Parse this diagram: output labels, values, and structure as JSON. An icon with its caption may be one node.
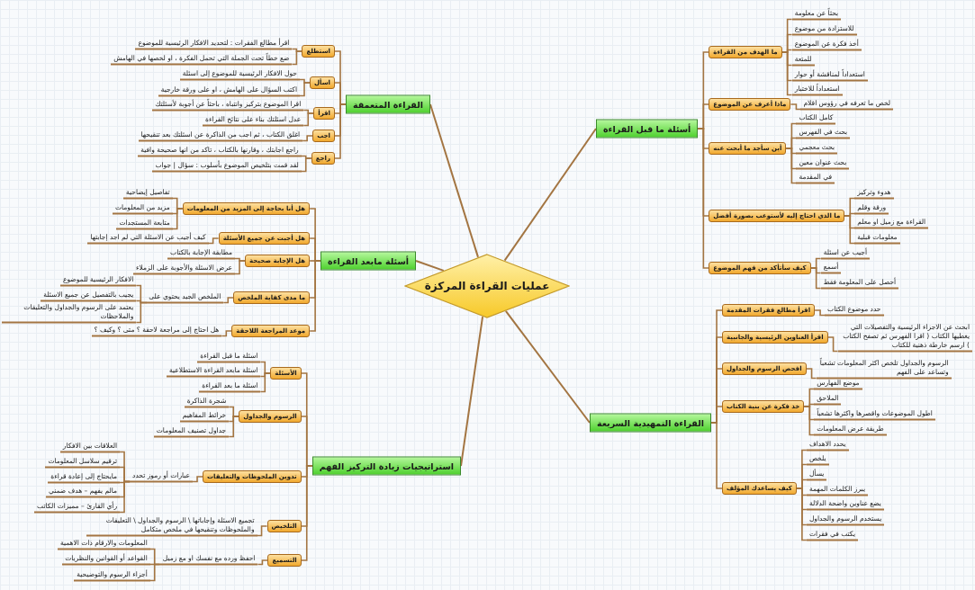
{
  "diagram": {
    "nodes": [
      {
        "text": [
          "عمليات القراءة المركزة"
        ]
      },
      {
        "text": [
          "أسئلة ما قبل القراءة"
        ]
      },
      {
        "text": [
          "ما الهدف من القراءة"
        ]
      },
      {
        "text": [
          "بحثاً عن معلومة"
        ]
      },
      {
        "text": [
          "للاستزادة من موضوع"
        ]
      },
      {
        "text": [
          "أخذ فكرة عن الموضوع"
        ]
      },
      {
        "text": [
          "للمتعة"
        ]
      },
      {
        "text": [
          "استعداداً لمناقشة أو حوار"
        ]
      },
      {
        "text": [
          "استعداداً للاختبار"
        ]
      },
      {
        "text": [
          "ماذا أعرف عن الموضوع"
        ]
      },
      {
        "text": [
          "لخص ما تعرفه في رؤوس اقلام"
        ]
      },
      {
        "text": [
          "أين سأجد ما أبحث عنه"
        ]
      },
      {
        "text": [
          "كامل الكتاب"
        ]
      },
      {
        "text": [
          "بحث في الفهرس"
        ]
      },
      {
        "text": [
          "بحث معجمي"
        ]
      },
      {
        "text": [
          "بحث عنوان معين"
        ]
      },
      {
        "text": [
          "في المقدمة"
        ]
      },
      {
        "text": [
          "ما الذي احتاج إليه لأستوعب بصورة أفضل"
        ]
      },
      {
        "text": [
          "هدوء وتركيز"
        ]
      },
      {
        "text": [
          "ورقة وقلم"
        ]
      },
      {
        "text": [
          "القراءة مع زميل او معلم"
        ]
      },
      {
        "text": [
          "معلومات قبلية"
        ]
      },
      {
        "text": [
          "كيف سأتأكد من فهم الموضوع"
        ]
      },
      {
        "text": [
          "أجيب عن اسئلة"
        ]
      },
      {
        "text": [
          "أسمع"
        ]
      },
      {
        "text": [
          "أحصل على المعلومة فقط"
        ]
      },
      {
        "text": [
          "القراءة التمهيدية السريعة"
        ]
      },
      {
        "text": [
          "اقرأ مطالع فقرات المقدمة"
        ]
      },
      {
        "text": [
          "حدد موضوع الكتاب"
        ]
      },
      {
        "text": [
          "اقرأ العناوين الرئيسية والجانبية"
        ]
      },
      {
        "text": [
          "ابحث عن الاجزاء الرئيسية والتفصيلات التي يغطيها الكتاب ( اقرا الفهرس ثم تصفح الكتاب ) ارسم خارطة ذهنية للكتاب"
        ]
      },
      {
        "text": [
          "افحص الرسوم والجداول"
        ]
      },
      {
        "text": [
          "الرسوم والجداول تلخص اكثر المعلومات تشعباً وتساعد على الفهم"
        ]
      },
      {
        "text": [
          "خذ فكرة عن بنية الكتاب"
        ]
      },
      {
        "text": [
          "موضع الفهارس"
        ]
      },
      {
        "text": [
          "الملاحق"
        ]
      },
      {
        "text": [
          "اطول الموضوعات واقصرها واكثرها تشعباً"
        ]
      },
      {
        "text": [
          "طريقة عرض المعلومات"
        ]
      },
      {
        "text": [
          "كيف يساعدك المؤلف"
        ]
      },
      {
        "text": [
          "يحدد الاهداف"
        ]
      },
      {
        "text": [
          "يلخص"
        ]
      },
      {
        "text": [
          "يسأل"
        ]
      },
      {
        "text": [
          "يبرز الكلمات المهمة"
        ]
      },
      {
        "text": [
          "يضع عناوين واضحة الدلالة"
        ]
      },
      {
        "text": [
          "يستخدم الرسوم والجداول"
        ]
      },
      {
        "text": [
          "يكتب في فقرات"
        ]
      },
      {
        "text": [
          "القراءة المتعمقة"
        ]
      },
      {
        "text": [
          "استطلع"
        ]
      },
      {
        "text": [
          "اقرأ مطالع الفقرات : لتحديد الافكار الرئيسية للموضوع"
        ]
      },
      {
        "text": [
          "ضع خطاً تحت الجملة التي تحمل الفكرة ، او لخصها في الهامش"
        ]
      },
      {
        "text": [
          "اسأل"
        ]
      },
      {
        "text": [
          "حول الافكار الرئيسية للموضوع إلى اسئلة"
        ]
      },
      {
        "text": [
          "اكتب السؤال على الهامش ، او على ورقة خارجية"
        ]
      },
      {
        "text": [
          "اقرأ"
        ]
      },
      {
        "text": [
          "اقرا الموضوع بتركيز وانتباه ، باحثاً عن أجوبة لأسئلتك"
        ]
      },
      {
        "text": [
          "عدل اسئلتك بناء على نتائج القراءة"
        ]
      },
      {
        "text": [
          "اجب"
        ]
      },
      {
        "text": [
          "اغلق الكتاب ، ثم اجب من الذاكرة عن اسئلتك بعد تنقيحها"
        ]
      },
      {
        "text": [
          "راجع"
        ]
      },
      {
        "text": [
          "راجع اجابتك ، وقارنها بالكتاب ، تاكد من انها صحيحة وافية"
        ]
      },
      {
        "text": [
          "لقد قمت بتلخيص الموضوع بأسلوب : سؤال | جواب"
        ]
      },
      {
        "text": [
          "أسئلة مابعد القراءة"
        ]
      },
      {
        "text": [
          "هل أنا بحاجة إلى المزيد من المعلومات"
        ]
      },
      {
        "text": [
          "تفاصيل إيضاحية"
        ]
      },
      {
        "text": [
          "مزيد من المعلومات"
        ]
      },
      {
        "text": [
          "متابعة المستجدات"
        ]
      },
      {
        "text": [
          "هل أجبت عن جميع الأسئلة"
        ]
      },
      {
        "text": [
          "كيف أجيب عن الاسئلة التي لم اجد إجابتها"
        ]
      },
      {
        "text": [
          "هل الإجابة صحيحة"
        ]
      },
      {
        "text": [
          "مطابقة الإجابة بالكتاب"
        ]
      },
      {
        "text": [
          "عرض الاسئلة والأجوبة على الزملاء"
        ]
      },
      {
        "text": [
          "ما مدى كفاية الملخص"
        ]
      },
      {
        "text": [
          "الملخص الجيد يحتوي على"
        ]
      },
      {
        "text": [
          "الافكار الرئيسية للموضوع"
        ]
      },
      {
        "text": [
          "يجيب بالتفصيل عن جميع الاسئلة"
        ]
      },
      {
        "text": [
          "يعتمد على الرسوم والجداول والتعليقات والملاحظات"
        ]
      },
      {
        "text": [
          "موعد المراجعة اللاحقة"
        ]
      },
      {
        "text": [
          "هل احتاج إلى مراجعة لاحقة ؟ متى ؟ وكيف ؟"
        ]
      },
      {
        "text": [
          "استراتيجيات زيادة التركيز الفهم"
        ]
      },
      {
        "text": [
          "الأسئلة"
        ]
      },
      {
        "text": [
          "اسئلة ما قبل القراءة"
        ]
      },
      {
        "text": [
          "اسئلة مابعد القراءة الاستطلاعية"
        ]
      },
      {
        "text": [
          "اسئلة ما بعد القراءة"
        ]
      },
      {
        "text": [
          "الرسوم والجداول"
        ]
      },
      {
        "text": [
          "شجرة الذاكرة"
        ]
      },
      {
        "text": [
          "خرائط المفاهيم"
        ]
      },
      {
        "text": [
          "جداول تصنيف المعلومات"
        ]
      },
      {
        "text": [
          "تدوين الملحوظات والتعليقات"
        ]
      },
      {
        "text": [
          "عبارات أو رموز تحدد"
        ]
      },
      {
        "text": [
          "العلاقات بين الافكار"
        ]
      },
      {
        "text": [
          "ترقيم سلاسل المعلومات"
        ]
      },
      {
        "text": [
          "مايحتاج إلى إعادة قراءة"
        ]
      },
      {
        "text": [
          "مالم يفهم – هدف ضمني"
        ]
      },
      {
        "text": [
          "رأي القارئ – مميزات الكاتب"
        ]
      },
      {
        "text": [
          "التلخيص"
        ]
      },
      {
        "text": [
          "تجميع الاسئلة وإجاباتها \\ الرسوم والجداول \\ التعليقات والملحوظات وتنقيحها في ملخص متكامل"
        ]
      },
      {
        "text": [
          "التسميع"
        ]
      },
      {
        "text": [
          "احفظ ورده مع نفسك او مع زميل"
        ]
      },
      {
        "text": [
          "المعلومات والارقام ذات الاهمية"
        ]
      },
      {
        "text": [
          "القواعد أو القوانين والنظريات"
        ]
      },
      {
        "text": [
          "أجزاء الرسوم والتوضيحية"
        ]
      }
    ],
    "edges": [
      {
        "from": 0,
        "to": 1,
        "arrow": "none"
      },
      {
        "from": 1,
        "to": 2,
        "arrow": "none"
      },
      {
        "from": 2,
        "to": 3,
        "arrow": "none"
      },
      {
        "from": 2,
        "to": 4,
        "arrow": "none"
      },
      {
        "from": 2,
        "to": 5,
        "arrow": "none"
      },
      {
        "from": 2,
        "to": 6,
        "arrow": "none"
      },
      {
        "from": 2,
        "to": 7,
        "arrow": "none"
      },
      {
        "from": 2,
        "to": 8,
        "arrow": "none"
      },
      {
        "from": 1,
        "to": 9,
        "arrow": "none"
      },
      {
        "from": 9,
        "to": 10,
        "arrow": "none"
      },
      {
        "from": 1,
        "to": 11,
        "arrow": "none"
      },
      {
        "from": 11,
        "to": 12,
        "arrow": "none"
      },
      {
        "from": 11,
        "to": 13,
        "arrow": "none"
      },
      {
        "from": 11,
        "to": 14,
        "arrow": "none"
      },
      {
        "from": 11,
        "to": 15,
        "arrow": "none"
      },
      {
        "from": 11,
        "to": 16,
        "arrow": "none"
      },
      {
        "from": 1,
        "to": 17,
        "arrow": "none"
      },
      {
        "from": 17,
        "to": 18,
        "arrow": "none"
      },
      {
        "from": 17,
        "to": 19,
        "arrow": "none"
      },
      {
        "from": 17,
        "to": 20,
        "arrow": "none"
      },
      {
        "from": 17,
        "to": 21,
        "arrow": "none"
      },
      {
        "from": 1,
        "to": 22,
        "arrow": "none"
      },
      {
        "from": 22,
        "to": 23,
        "arrow": "none"
      },
      {
        "from": 22,
        "to": 24,
        "arrow": "none"
      },
      {
        "from": 22,
        "to": 25,
        "arrow": "none"
      },
      {
        "from": 0,
        "to": 26,
        "arrow": "none"
      },
      {
        "from": 26,
        "to": 27,
        "arrow": "none"
      },
      {
        "from": 27,
        "to": 28,
        "arrow": "none"
      },
      {
        "from": 26,
        "to": 29,
        "arrow": "none"
      },
      {
        "from": 29,
        "to": 30,
        "arrow": "none"
      },
      {
        "from": 26,
        "to": 31,
        "arrow": "none"
      },
      {
        "from": 31,
        "to": 32,
        "arrow": "none"
      },
      {
        "from": 26,
        "to": 33,
        "arrow": "none"
      },
      {
        "from": 33,
        "to": 34,
        "arrow": "none"
      },
      {
        "from": 33,
        "to": 35,
        "arrow": "none"
      },
      {
        "from": 33,
        "to": 36,
        "arrow": "none"
      },
      {
        "from": 33,
        "to": 37,
        "arrow": "none"
      },
      {
        "from": 26,
        "to": 38,
        "arrow": "none"
      },
      {
        "from": 38,
        "to": 39,
        "arrow": "none"
      },
      {
        "from": 38,
        "to": 40,
        "arrow": "none"
      },
      {
        "from": 38,
        "to": 41,
        "arrow": "none"
      },
      {
        "from": 38,
        "to": 42,
        "arrow": "none"
      },
      {
        "from": 38,
        "to": 43,
        "arrow": "none"
      },
      {
        "from": 38,
        "to": 44,
        "arrow": "none"
      },
      {
        "from": 38,
        "to": 45,
        "arrow": "none"
      },
      {
        "from": 0,
        "to": 46,
        "arrow": "none"
      },
      {
        "from": 46,
        "to": 47,
        "arrow": "none"
      },
      {
        "from": 47,
        "to": 48,
        "arrow": "none"
      },
      {
        "from": 47,
        "to": 49,
        "arrow": "none"
      },
      {
        "from": 46,
        "to": 50,
        "arrow": "none"
      },
      {
        "from": 50,
        "to": 51,
        "arrow": "none"
      },
      {
        "from": 50,
        "to": 52,
        "arrow": "none"
      },
      {
        "from": 46,
        "to": 53,
        "arrow": "none"
      },
      {
        "from": 53,
        "to": 54,
        "arrow": "none"
      },
      {
        "from": 53,
        "to": 55,
        "arrow": "none"
      },
      {
        "from": 46,
        "to": 56,
        "arrow": "none"
      },
      {
        "from": 56,
        "to": 57,
        "arrow": "none"
      },
      {
        "from": 46,
        "to": 58,
        "arrow": "none"
      },
      {
        "from": 58,
        "to": 59,
        "arrow": "none"
      },
      {
        "from": 58,
        "to": 60,
        "arrow": "none"
      },
      {
        "from": 0,
        "to": 61,
        "arrow": "none"
      },
      {
        "from": 61,
        "to": 62,
        "arrow": "none"
      },
      {
        "from": 62,
        "to": 63,
        "arrow": "none"
      },
      {
        "from": 62,
        "to": 64,
        "arrow": "none"
      },
      {
        "from": 62,
        "to": 65,
        "arrow": "none"
      },
      {
        "from": 61,
        "to": 66,
        "arrow": "none"
      },
      {
        "from": 66,
        "to": 67,
        "arrow": "none"
      },
      {
        "from": 61,
        "to": 68,
        "arrow": "none"
      },
      {
        "from": 68,
        "to": 69,
        "arrow": "none"
      },
      {
        "from": 68,
        "to": 70,
        "arrow": "none"
      },
      {
        "from": 61,
        "to": 71,
        "arrow": "none"
      },
      {
        "from": 71,
        "to": 72,
        "arrow": "none"
      },
      {
        "from": 72,
        "to": 73,
        "arrow": "none"
      },
      {
        "from": 72,
        "to": 74,
        "arrow": "none"
      },
      {
        "from": 72,
        "to": 75,
        "arrow": "none"
      },
      {
        "from": 61,
        "to": 76,
        "arrow": "none"
      },
      {
        "from": 76,
        "to": 77,
        "arrow": "none"
      },
      {
        "from": 0,
        "to": 78,
        "arrow": "none"
      },
      {
        "from": 78,
        "to": 79,
        "arrow": "none"
      },
      {
        "from": 79,
        "to": 80,
        "arrow": "none"
      },
      {
        "from": 79,
        "to": 81,
        "arrow": "none"
      },
      {
        "from": 79,
        "to": 82,
        "arrow": "none"
      },
      {
        "from": 78,
        "to": 83,
        "arrow": "none"
      },
      {
        "from": 83,
        "to": 84,
        "arrow": "none"
      },
      {
        "from": 83,
        "to": 85,
        "arrow": "none"
      },
      {
        "from": 83,
        "to": 86,
        "arrow": "none"
      },
      {
        "from": 78,
        "to": 87,
        "arrow": "none"
      },
      {
        "from": 87,
        "to": 88,
        "arrow": "none"
      },
      {
        "from": 88,
        "to": 89,
        "arrow": "none"
      },
      {
        "from": 88,
        "to": 90,
        "arrow": "none"
      },
      {
        "from": 88,
        "to": 91,
        "arrow": "none"
      },
      {
        "from": 88,
        "to": 92,
        "arrow": "none"
      },
      {
        "from": 88,
        "to": 93,
        "arrow": "none"
      },
      {
        "from": 78,
        "to": 94,
        "arrow": "none"
      },
      {
        "from": 94,
        "to": 95,
        "arrow": "none"
      },
      {
        "from": 78,
        "to": 96,
        "arrow": "none"
      },
      {
        "from": 96,
        "to": 97,
        "arrow": "none"
      },
      {
        "from": 97,
        "to": 98,
        "arrow": "none"
      },
      {
        "from": 97,
        "to": 99,
        "arrow": "none"
      },
      {
        "from": 97,
        "to": 100,
        "arrow": "none"
      }
    ]
  }
}
